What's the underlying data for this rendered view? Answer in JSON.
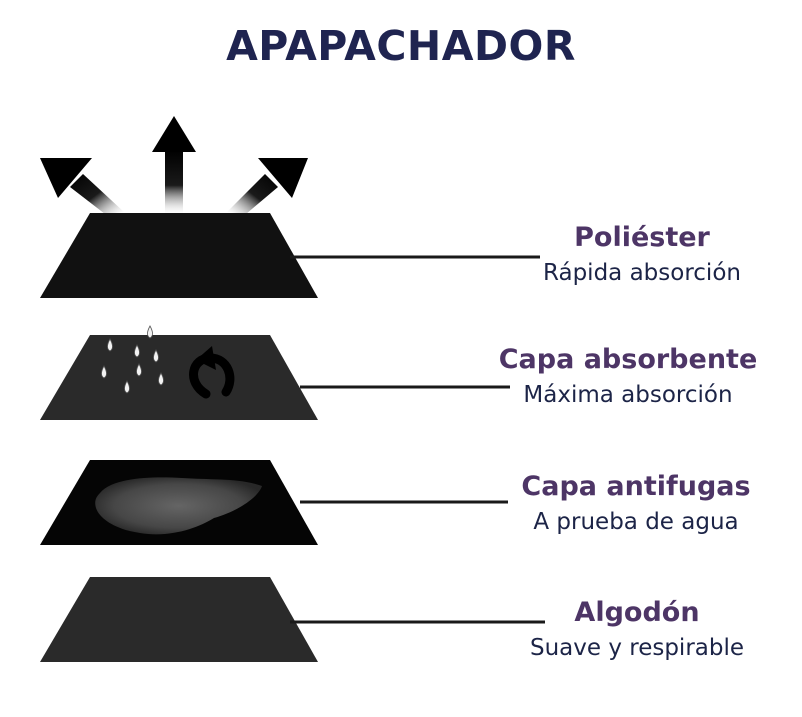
{
  "title": "APAPACHADOR",
  "colors": {
    "title": "#1f2450",
    "layer_name": "#4d3566",
    "layer_desc": "#1c2447",
    "layer_fill": "#111111"
  },
  "layers": [
    {
      "name": "Poliéster",
      "description": "Rápida absorción",
      "icon": "upward-arrows-icon"
    },
    {
      "name": "Capa absorbente",
      "description": "Máxima absorción",
      "icon": "water-drops-icon"
    },
    {
      "name": "Capa antifugas",
      "description": "A prueba de agua",
      "icon": "liquid-stain-icon"
    },
    {
      "name": "Algodón",
      "description": "Suave y respirable",
      "icon": ""
    }
  ]
}
